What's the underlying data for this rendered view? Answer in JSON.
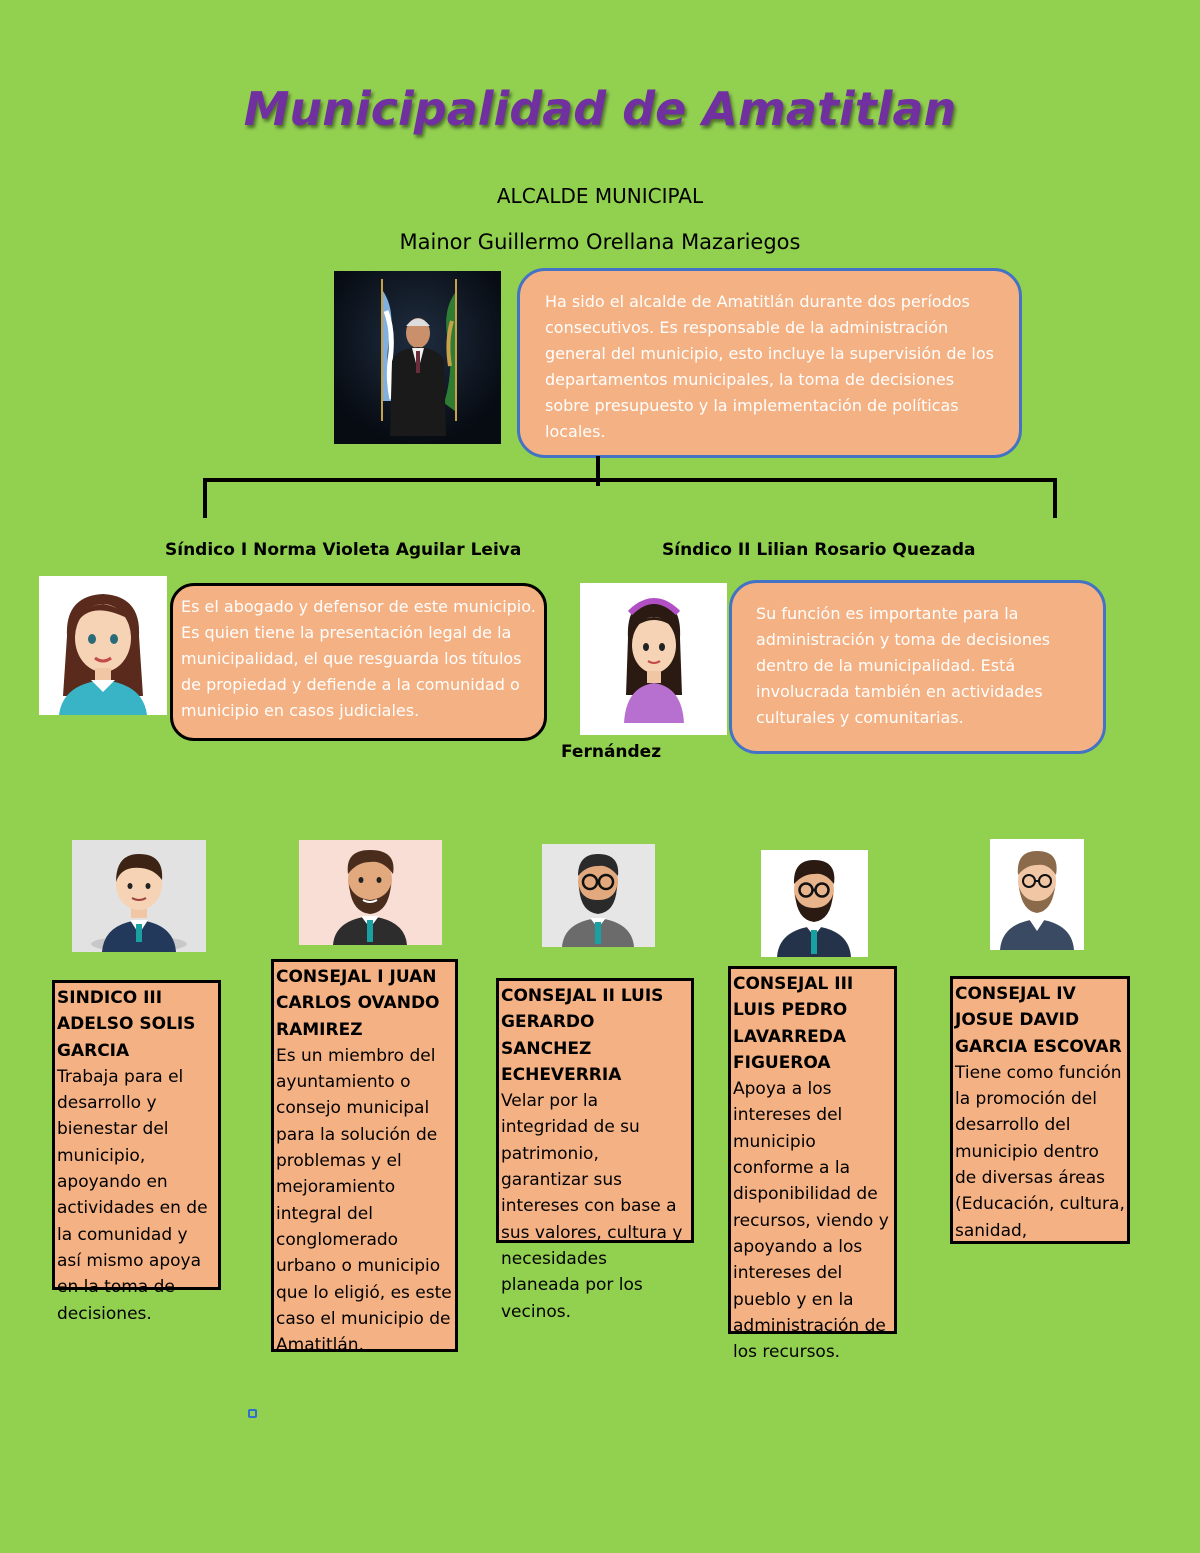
{
  "title": "Municipalidad de Amatitlan",
  "mayor": {
    "role": "ALCALDE MUNICIPAL",
    "name": "Mainor Guillermo Orellana Mazariegos",
    "description": "Ha sido el alcalde de Amatitlán durante dos períodos consecutivos. Es responsable de la administración general del municipio, esto incluye la supervisión de los departamentos municipales, la toma de decisiones sobre presupuesto y la implementación de políticas locales."
  },
  "sindico1": {
    "label": "Síndico I Norma Violeta Aguilar Leiva",
    "description": "Es el abogado y defensor de este municipio. Es quien tiene la presentación legal de la municipalidad, el que resguarda los títulos de propiedad y defiende a la comunidad o municipio en casos judiciales."
  },
  "sindico2": {
    "label": "Síndico II Lilian Rosario Quezada",
    "label_extra": "Fernández",
    "description": "Su función es importante para la administración y toma de decisiones dentro de la municipalidad. Está involucrada también en actividades culturales y comunitarias."
  },
  "members": [
    {
      "name": "SINDICO III ADELSO SOLIS GARCIA",
      "description": "Trabaja para el desarrollo y bienestar del municipio, apoyando en actividades en de la comunidad y así mismo apoya en la toma de decisiones."
    },
    {
      "name": "CONSEJAL I JUAN CARLOS OVANDO RAMIREZ",
      "description": "Es un miembro del ayuntamiento o consejo municipal para la solución de problemas y el mejoramiento integral del conglomerado urbano o municipio que lo eligió, es este caso el municipio de Amatitlán."
    },
    {
      "name": "CONSEJAL II LUIS GERARDO SANCHEZ ECHEVERRIA",
      "description": "Velar por la integridad de su patrimonio, garantizar sus intereses con base a sus valores, cultura y necesidades planeada por los vecinos."
    },
    {
      "name": "CONSEJAL III LUIS PEDRO LAVARREDA FIGUEROA",
      "description": "Apoya a los intereses del municipio conforme a la disponibilidad de recursos, viendo y apoyando a los intereses del pueblo y en la administración de los recursos."
    },
    {
      "name": "CONSEJAL IV JOSUE DAVID GARCIA ESCOVAR",
      "description": "Tiene como función la promoción del desarrollo del municipio dentro de diversas áreas (Educación, cultura, sanidad,"
    }
  ],
  "colors": {
    "background": "#92d050",
    "title": "#7030a0",
    "box_fill": "#f4b183",
    "bubble_border": "#4472c4"
  },
  "icons": [
    "mayor-photo",
    "woman-avatar-icon",
    "girl-avatar-icon",
    "man-avatar-icon",
    "bearded-man-avatar-icon",
    "glasses-man-avatar-icon"
  ]
}
